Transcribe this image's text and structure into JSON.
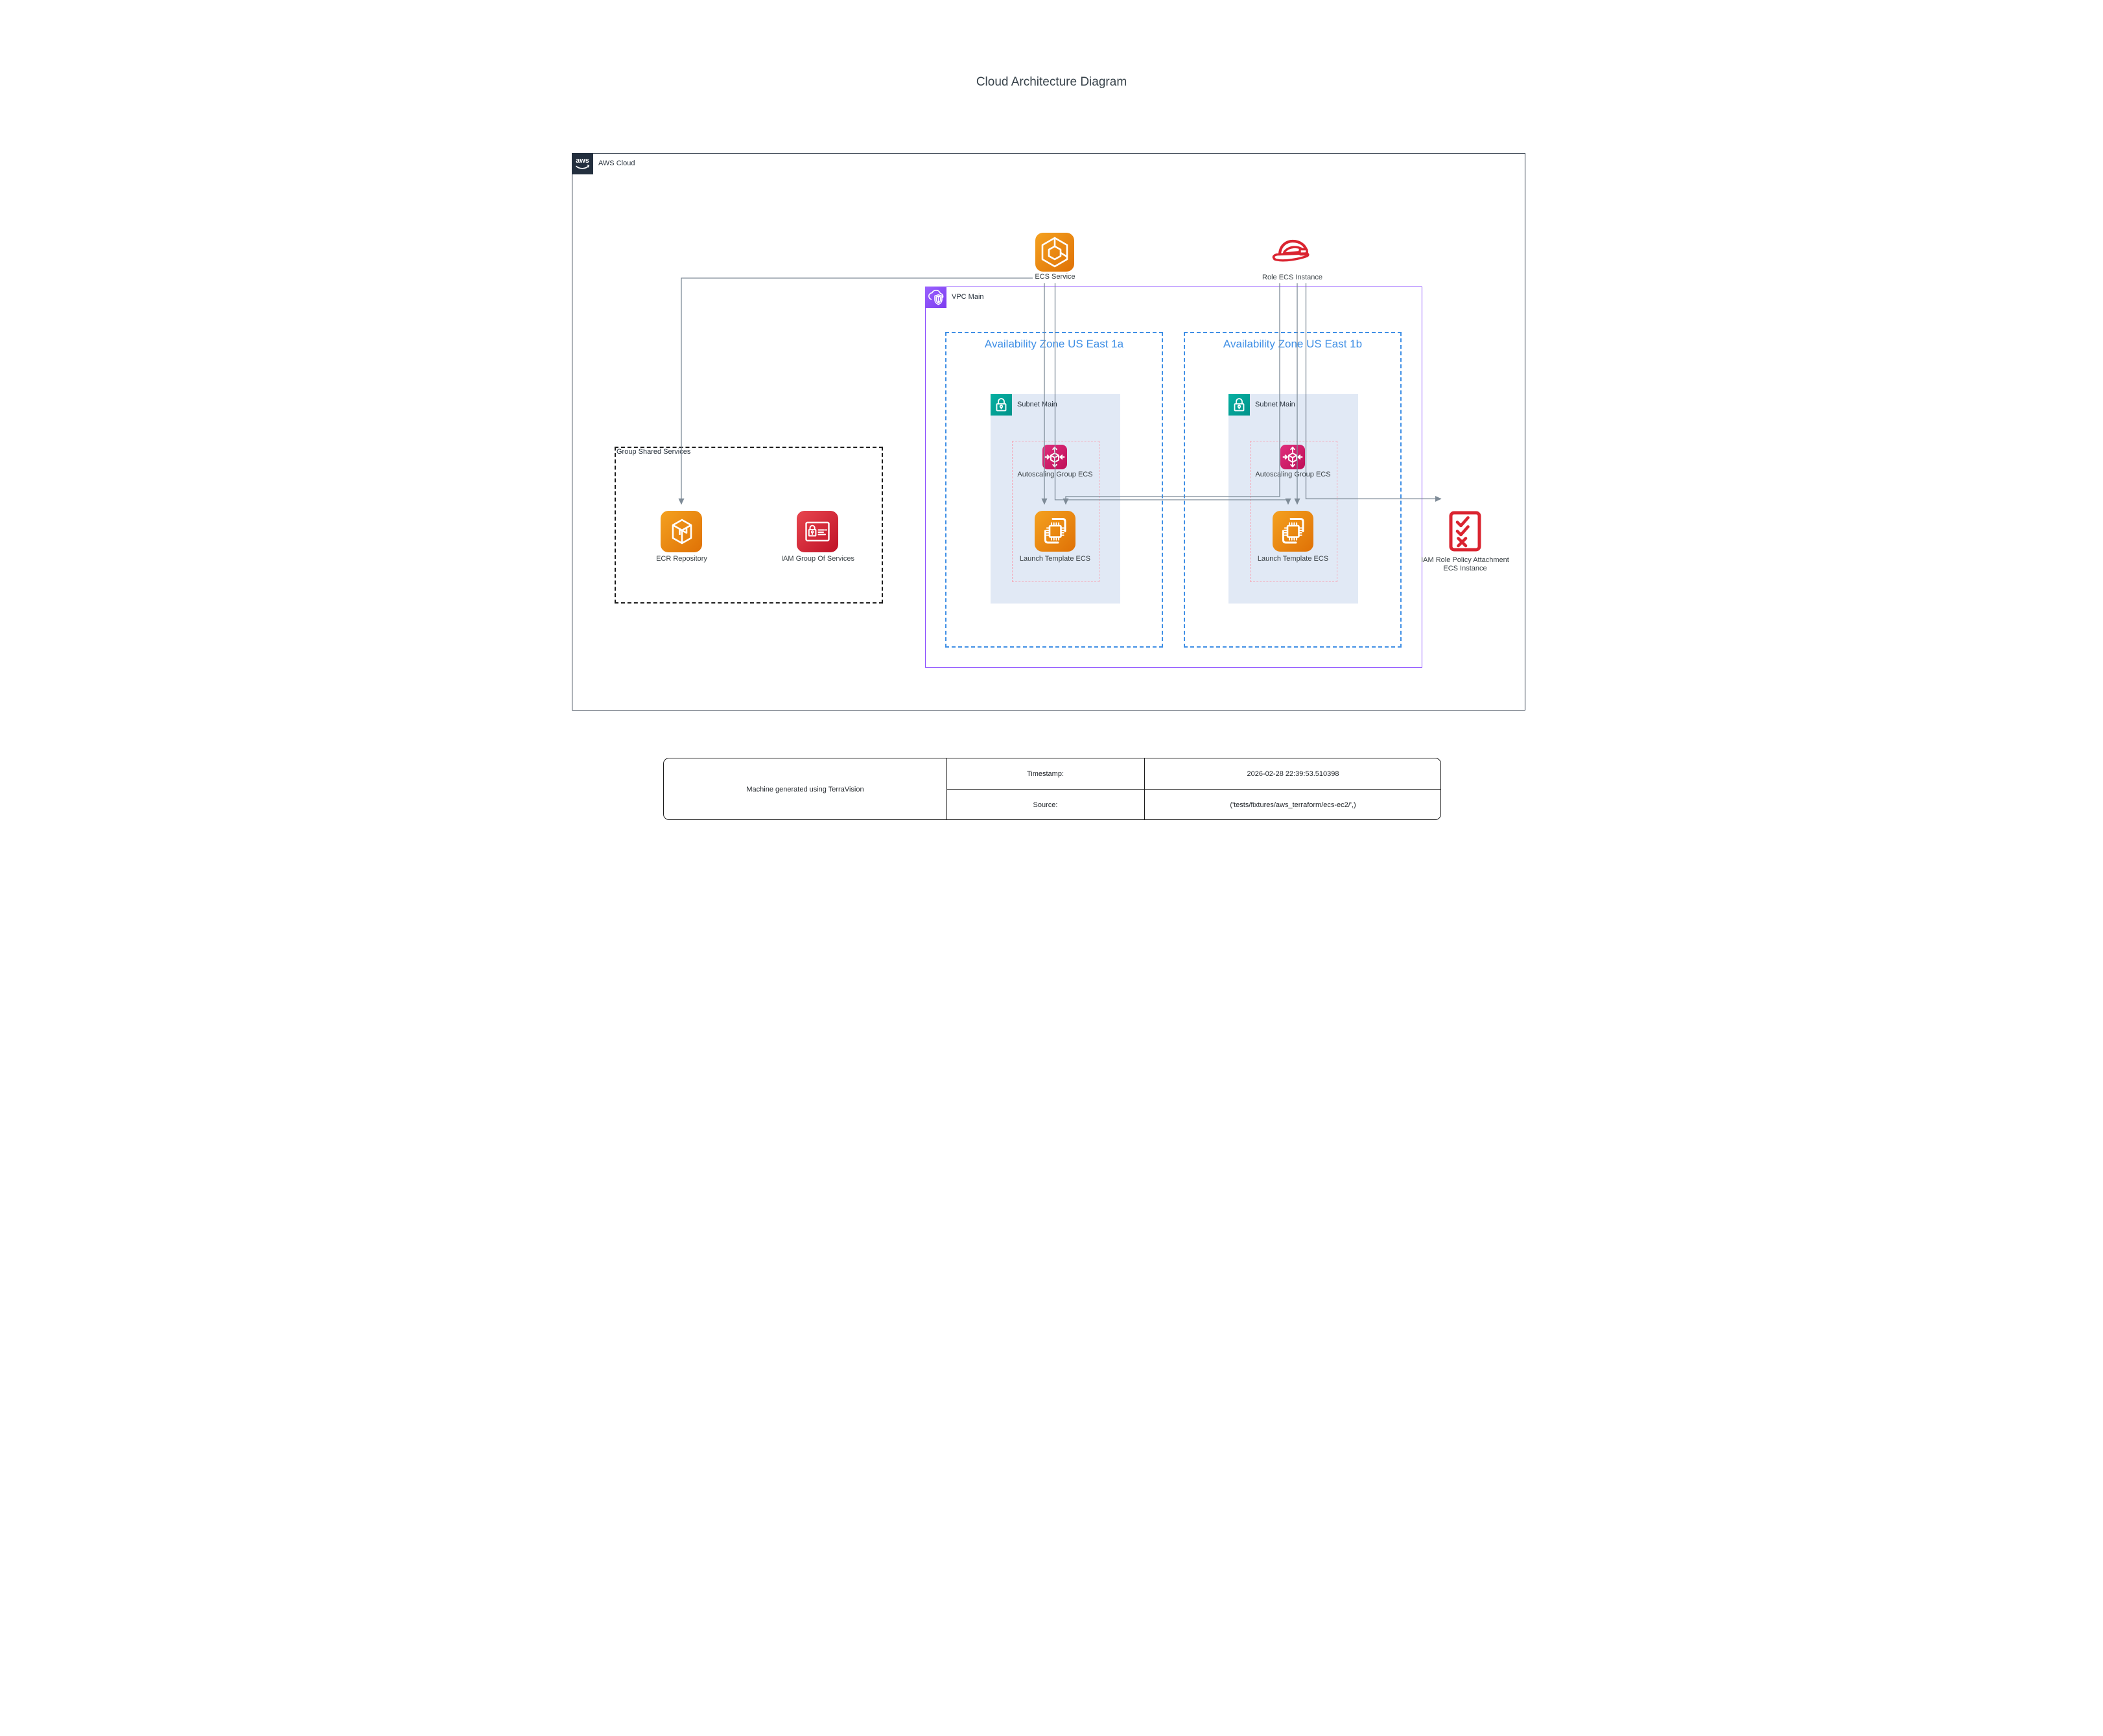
{
  "title": "Cloud Architecture Diagram",
  "aws_cloud": {
    "label": "AWS Cloud"
  },
  "vpc": {
    "label": "VPC Main"
  },
  "zones": [
    {
      "label": "Availability Zone US East 1a",
      "subnet_label": "Subnet Main",
      "autoscaling_label": "Autoscaling Group ECS",
      "launch_template_label": "Launch Template ECS"
    },
    {
      "label": "Availability Zone US East 1b",
      "subnet_label": "Subnet Main",
      "autoscaling_label": "Autoscaling Group ECS",
      "launch_template_label": "Launch Template ECS"
    }
  ],
  "shared_group": {
    "label": "Group Shared Services",
    "ecr_label": "ECR Repository",
    "iam_group_label": "IAM Group Of Services"
  },
  "external": {
    "ecs_service_label": "ECS Service",
    "role_ecs_instance_label": "Role ECS Instance",
    "iam_role_policy_line1": "IAM Role Policy Attachment",
    "iam_role_policy_line2": "ECS Instance"
  },
  "footer": {
    "generator": "Machine generated using TerraVision",
    "timestamp_label": "Timestamp:",
    "timestamp_value": "2026-02-28 22:39:53.510398",
    "source_label": "Source:",
    "source_value": "('tests/fixtures/aws_terraform/ecs-ec2/',)"
  },
  "colors": {
    "az_blue": "#3F8FE5",
    "vpc_purple": "#8C4FFF",
    "subnet_teal": "#00A49B",
    "autoscaling_pink": "#D6246E",
    "aws_orange": "#ED7100",
    "security_red": "#DD344C",
    "redhat_red": "#DA2430",
    "edge_gray": "#7E8B97",
    "aws_navy": "#232F3E"
  }
}
